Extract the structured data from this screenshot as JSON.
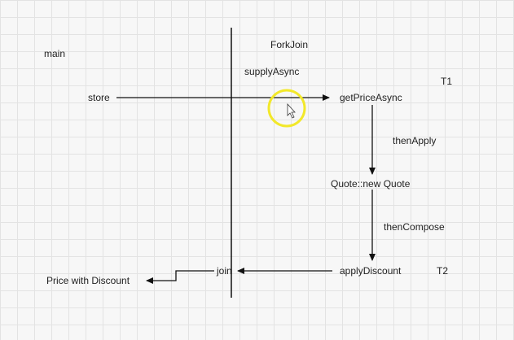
{
  "diagram": {
    "labels": {
      "main": "main",
      "forkjoin": "ForkJoin",
      "supply_async": "supplyAsync",
      "t1": "T1",
      "store": "store",
      "get_price_async": "getPriceAsync",
      "then_apply": "thenApply",
      "quote_new": "Quote::new Quote",
      "then_compose": "thenCompose",
      "apply_discount": "applyDiscount",
      "t2": "T2",
      "join": "join",
      "price_with_discount": "Price with Discount"
    }
  },
  "colors": {
    "line": "#111111",
    "cursor_highlight": "#f2e82a",
    "grid": "#e3e3e3",
    "background": "#f7f7f7"
  }
}
